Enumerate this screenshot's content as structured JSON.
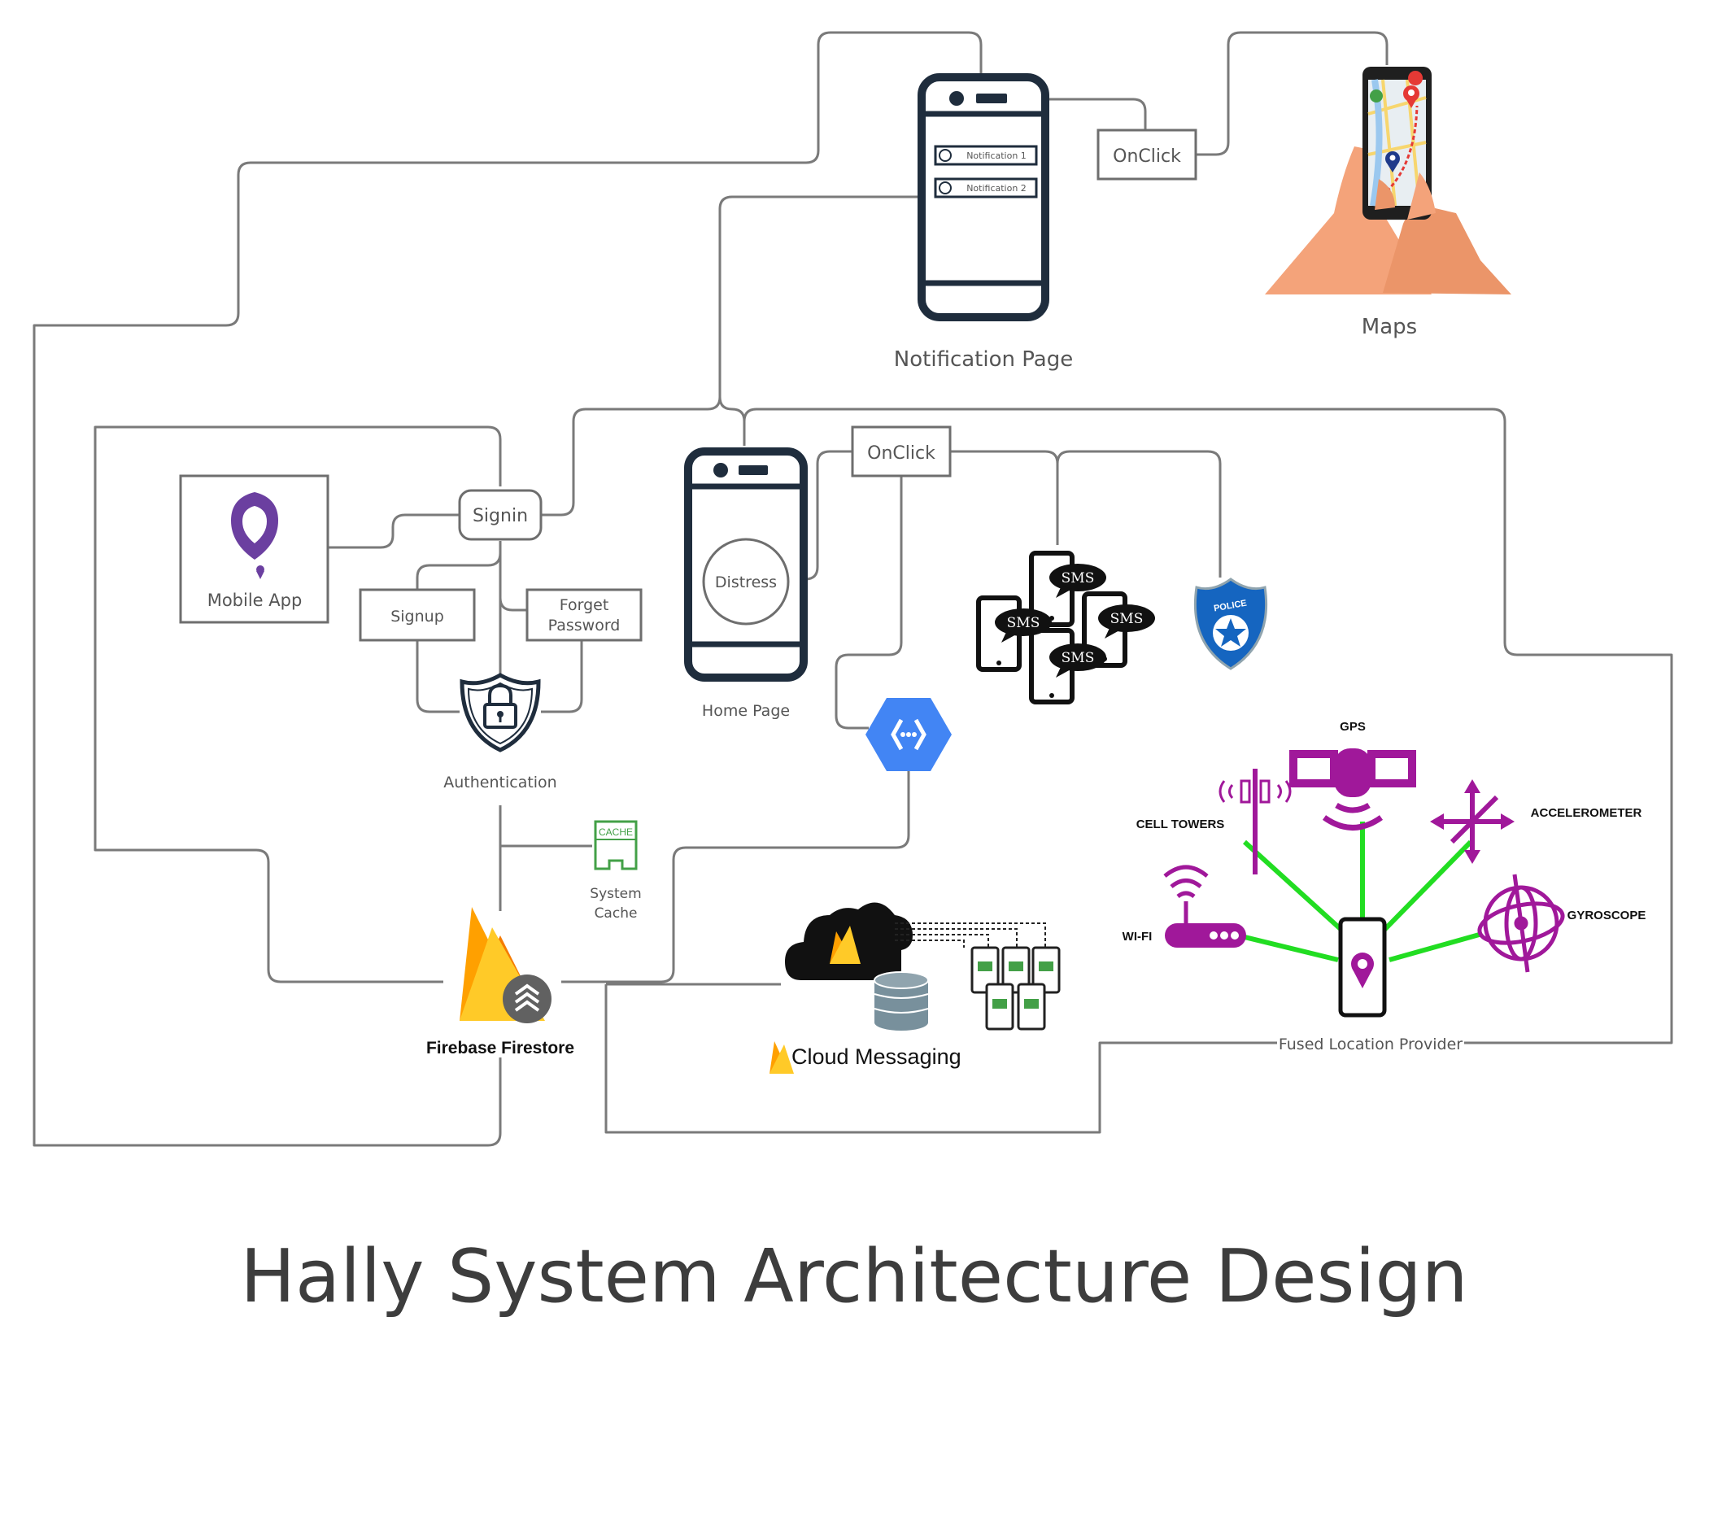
{
  "title": "Hally System Architecture Design",
  "colors": {
    "line": "#7a7a7a",
    "box": "#6e6e6e",
    "phone": "#1f2d3d",
    "purple": "#6b3fa0",
    "magenta": "#a0189a",
    "green": "#22dd22",
    "firebase_yellow": "#ffca28",
    "firebase_orange": "#f57c00",
    "gcp_blue": "#4285f4",
    "police_blue": "#1565c0",
    "cache_green": "#43a047"
  },
  "nodes": {
    "notification_page": "Notification Page",
    "notification_1": "Notification 1",
    "notification_2": "Notification 2",
    "onclick_top": "OnClick",
    "maps": "Maps",
    "mobile_app": "Mobile App",
    "signin": "Signin",
    "signup": "Signup",
    "forget_password_line1": "Forget",
    "forget_password_line2": "Password",
    "authentication": "Authentication",
    "home_page": "Home Page",
    "distress": "Distress",
    "onclick_home": "OnClick",
    "sms": "SMS",
    "police": "POLICE",
    "cache_icon": "CACHE",
    "system_cache_line1": "System",
    "system_cache_line2": "Cache",
    "firebase_firestore": "Firebase Firestore",
    "cloud_messaging": "Cloud Messaging",
    "fused_location_provider": "Fused Location Provider",
    "gps": "GPS",
    "cell_towers": "CELL TOWERS",
    "accelerometer": "ACCELEROMETER",
    "wifi": "WI-FI",
    "gyroscope": "GYROSCOPE"
  }
}
